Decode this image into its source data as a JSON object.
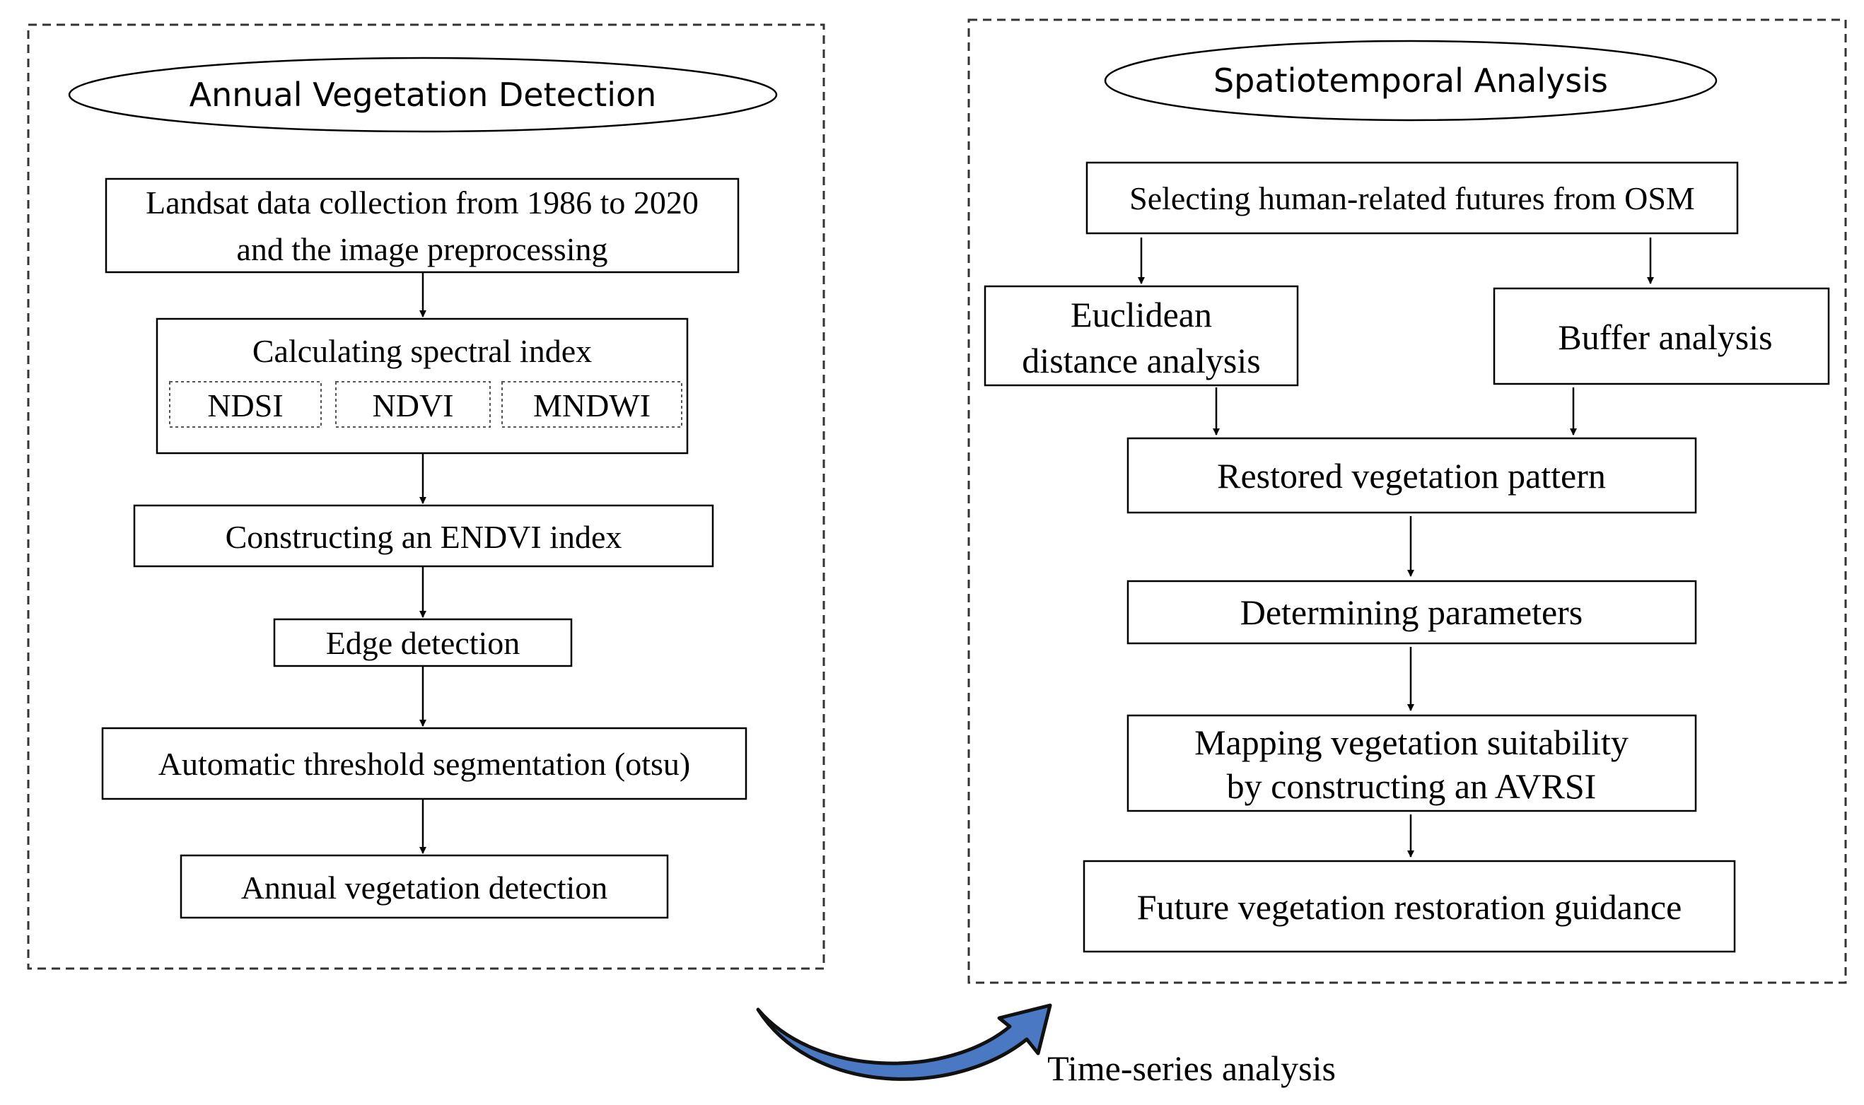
{
  "left_panel": {
    "title": "Annual Vegetation Detection",
    "steps": {
      "landsat_line1": "Landsat data collection from 1986 to 2020",
      "landsat_line2": "and the image preprocessing",
      "spectral_title": "Calculating spectral index",
      "index_ndsi": "NDSI",
      "index_ndvi": "NDVI",
      "index_mndwi": "MNDWI",
      "endvi": "Constructing an ENDVI index",
      "edge": "Edge detection",
      "otsu": "Automatic threshold segmentation (otsu)",
      "annual": "Annual vegetation detection"
    }
  },
  "right_panel": {
    "title": "Spatiotemporal Analysis",
    "steps": {
      "osm": "Selecting human-related futures from OSM",
      "euclid_line1": "Euclidean",
      "euclid_line2": "distance analysis",
      "buffer": "Buffer analysis",
      "restored": "Restored vegetation pattern",
      "params": "Determining parameters",
      "mapping_line1": "Mapping vegetation suitability",
      "mapping_line2": "by constructing an AVRSI",
      "future": "Future vegetation restoration guidance"
    }
  },
  "connector": {
    "label": "Time-series analysis"
  },
  "colors": {
    "curved_arrow_fill": "#4a78c2",
    "curved_arrow_outline": "#111111"
  }
}
